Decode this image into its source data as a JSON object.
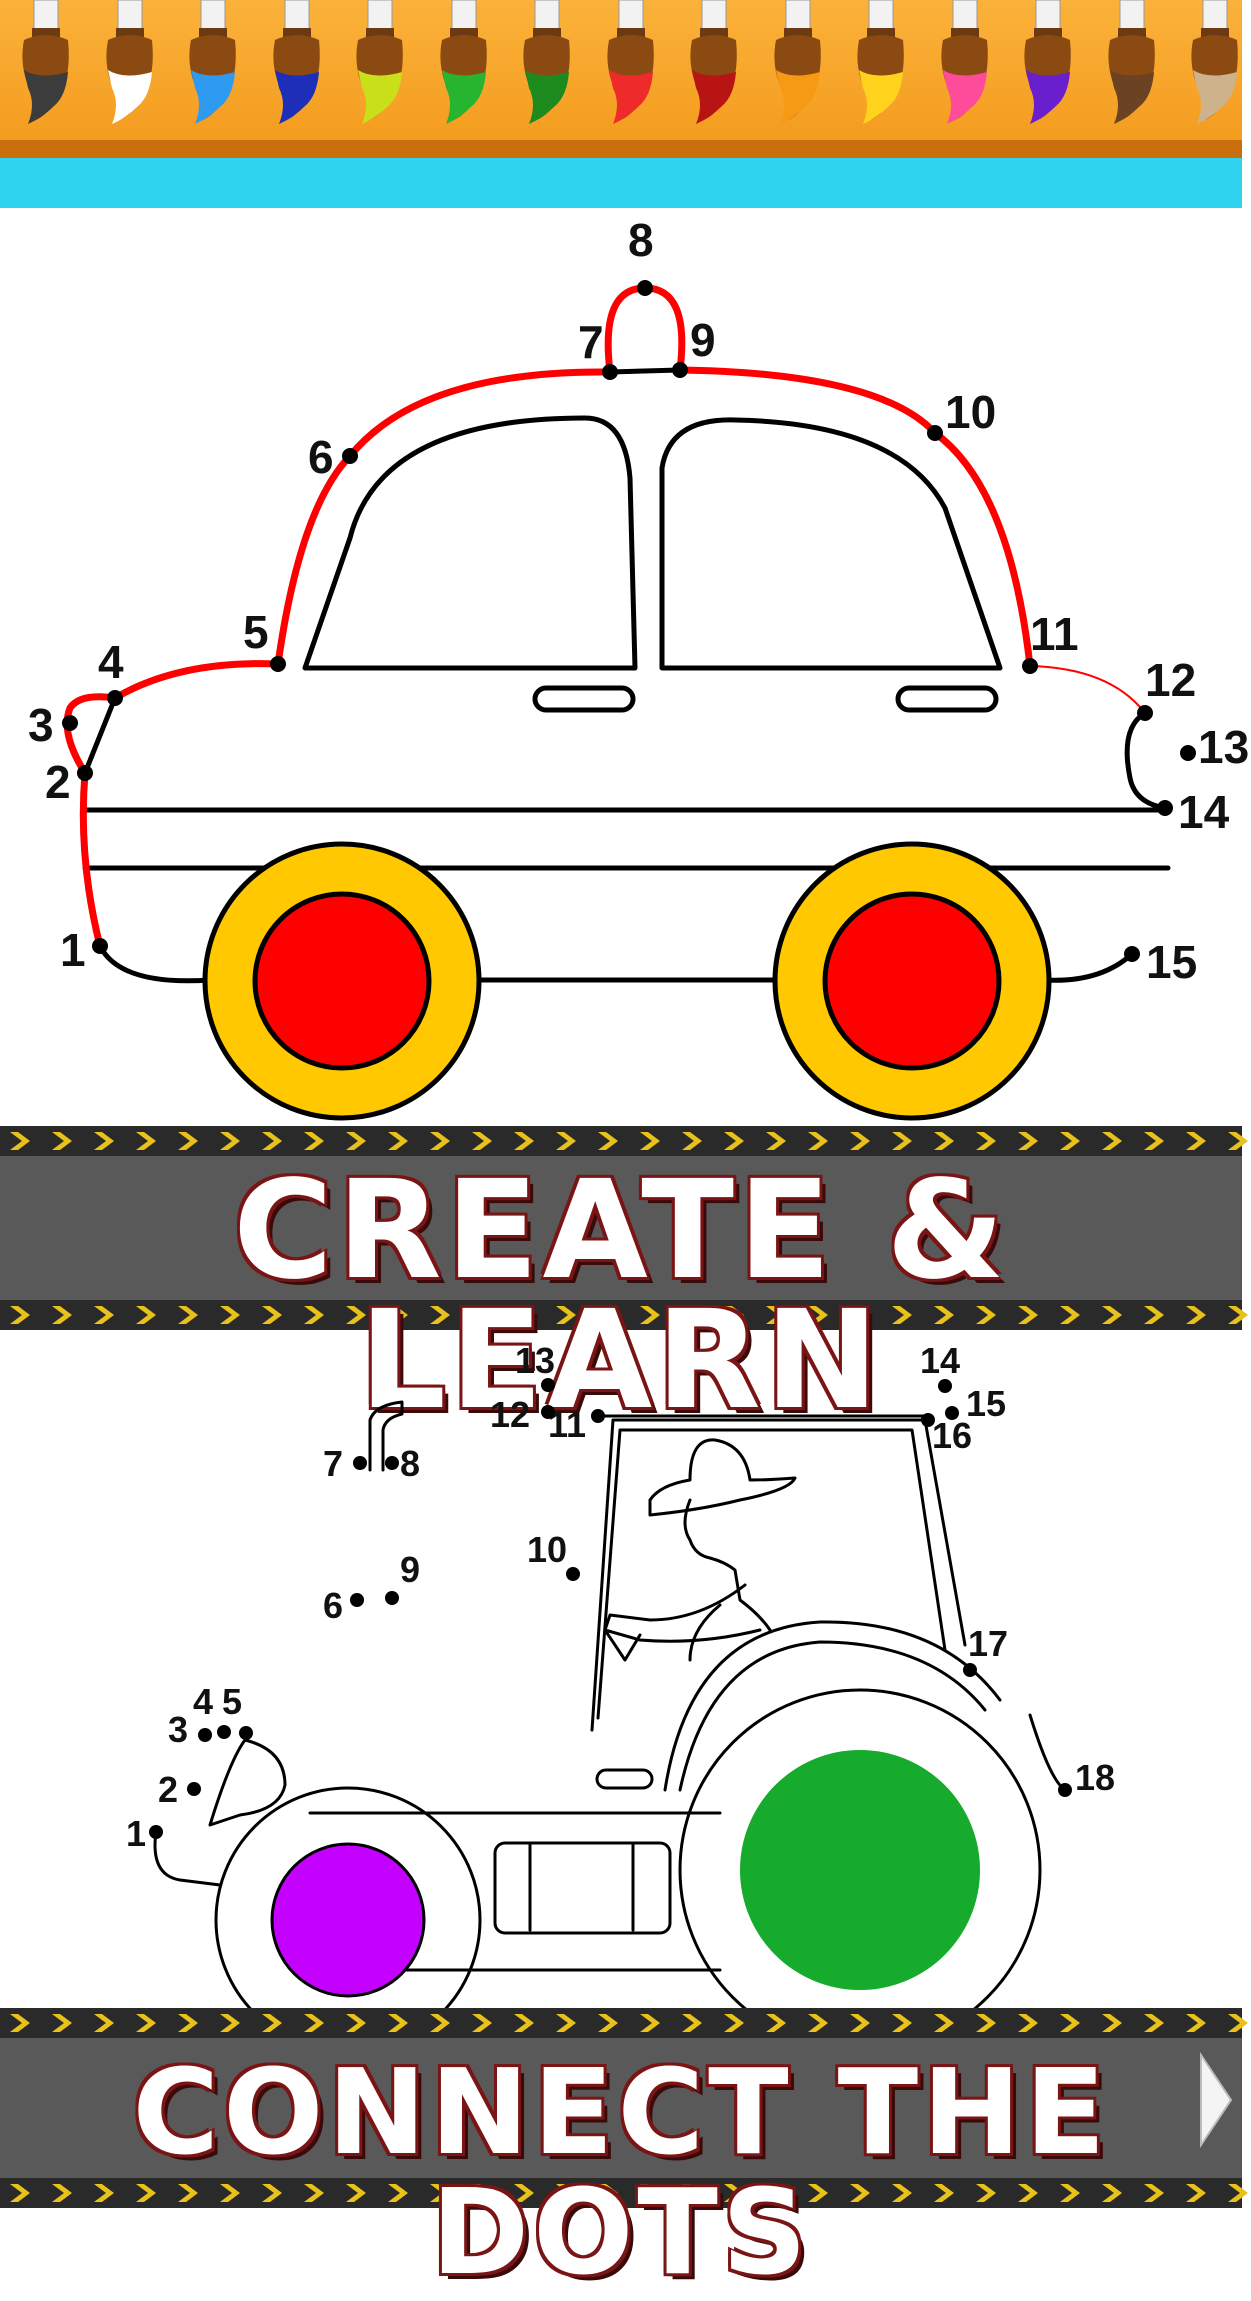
{
  "palette": {
    "colors": [
      "#3c3c3c",
      "#ffffff",
      "#2f9bf0",
      "#1d2fb8",
      "#c9df1a",
      "#27b530",
      "#1d8a1d",
      "#ee2a2a",
      "#b81414",
      "#f59a12",
      "#ffd21c",
      "#ff4c9a",
      "#6a1fcf",
      "#6b4222",
      "#cdb38c"
    ],
    "selected": "#ee2a2a"
  },
  "car": {
    "labels": [
      "1",
      "2",
      "3",
      "4",
      "5",
      "6",
      "7",
      "8",
      "9",
      "10",
      "11",
      "12",
      "13",
      "14",
      "15"
    ],
    "line_color": "#ff0000",
    "wheel_outer": "#ffc800",
    "wheel_inner": "#ff0000"
  },
  "banner1": {
    "text": "CREATE & LEARN"
  },
  "tractor": {
    "labels": [
      "1",
      "2",
      "3",
      "4",
      "5",
      "6",
      "7",
      "8",
      "9",
      "10",
      "11",
      "12",
      "13",
      "14",
      "15",
      "16",
      "17",
      "18"
    ],
    "front_wheel": "#c400ff",
    "rear_wheel": "#16ab2c"
  },
  "banner2": {
    "text": "CONNECT THE DOTS"
  }
}
